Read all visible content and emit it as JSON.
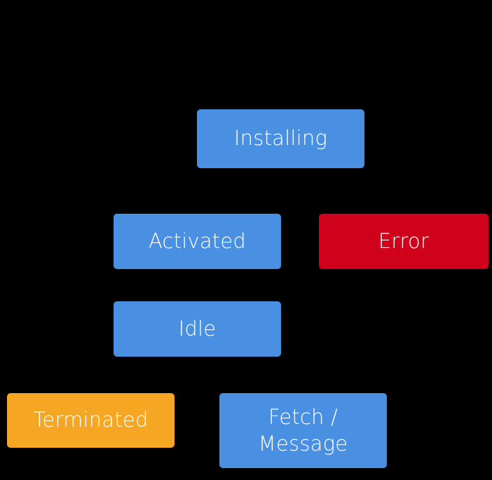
{
  "diagram": {
    "background_color": "#000000",
    "type": "state-diagram",
    "title": "",
    "palette": {
      "blue": "#4a90e2",
      "red": "#d0021b",
      "orange": "#f5a623",
      "label_color": "#ffffff"
    },
    "nodes": [
      {
        "id": "installing",
        "label": "Installing",
        "color": "#4a90e2",
        "text_color": "#ffffff"
      },
      {
        "id": "activated",
        "label": "Activated",
        "color": "#4a90e2",
        "text_color": "#ffffff"
      },
      {
        "id": "error",
        "label": "Error",
        "color": "#d0021b",
        "text_color": "#ffffff"
      },
      {
        "id": "idle",
        "label": "Idle",
        "color": "#4a90e2",
        "text_color": "#ffffff"
      },
      {
        "id": "terminated",
        "label": "Terminated",
        "color": "#f5a623",
        "text_color": "#ffffff"
      },
      {
        "id": "fetch-message",
        "label": "Fetch /\nMessage",
        "color": "#4a90e2",
        "text_color": "#ffffff"
      }
    ]
  }
}
